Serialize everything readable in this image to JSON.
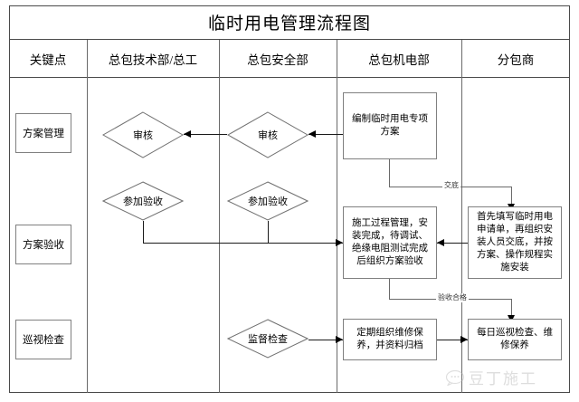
{
  "chart": {
    "title": "临时用电管理流程图",
    "columns": [
      {
        "id": "key-point",
        "label": "关键点"
      },
      {
        "id": "tech-dept",
        "label": "总包技术部/总工"
      },
      {
        "id": "safety-dept",
        "label": "总包安全部"
      },
      {
        "id": "mep-dept",
        "label": "总包机电部"
      },
      {
        "id": "subcontractor",
        "label": "分包商"
      }
    ],
    "key_points": [
      {
        "id": "plan-management",
        "label": "方案管理"
      },
      {
        "id": "plan-acceptance",
        "label": "方案验收"
      },
      {
        "id": "patrol-inspection",
        "label": "巡视检查"
      }
    ],
    "nodes": [
      {
        "id": "tech-review",
        "shape": "diamond",
        "label": "审核"
      },
      {
        "id": "safety-review",
        "shape": "diamond",
        "label": "审核"
      },
      {
        "id": "draft-plan",
        "shape": "box",
        "label": "编制临时用电专项方案"
      },
      {
        "id": "tech-join-accept",
        "shape": "diamond",
        "label": "参加验收"
      },
      {
        "id": "safety-join-accept",
        "shape": "diamond",
        "label": "参加验收"
      },
      {
        "id": "construction-mgmt",
        "shape": "box",
        "label": "施工过程管理，安装完成，待调试、绝缘电阻测试完成后组织方案验收"
      },
      {
        "id": "subcontractor-install",
        "shape": "box",
        "label": "首先填写临时用电申请单，再组织安装人员交底，并按方案、操作规程实施安装"
      },
      {
        "id": "supervise-check",
        "shape": "diamond",
        "label": "监督检查"
      },
      {
        "id": "periodic-maintain",
        "shape": "box",
        "label": "定期组织维修保养，并资料归档"
      },
      {
        "id": "daily-patrol",
        "shape": "box",
        "label": "每日巡视检查、维修保养"
      }
    ],
    "edge_labels": [
      {
        "id": "disclosure",
        "label": "交底"
      },
      {
        "id": "acceptance-pass",
        "label": "验收合格"
      }
    ]
  },
  "watermark": {
    "text": "豆丁施工",
    "icon": "chat-bubble-icon"
  }
}
